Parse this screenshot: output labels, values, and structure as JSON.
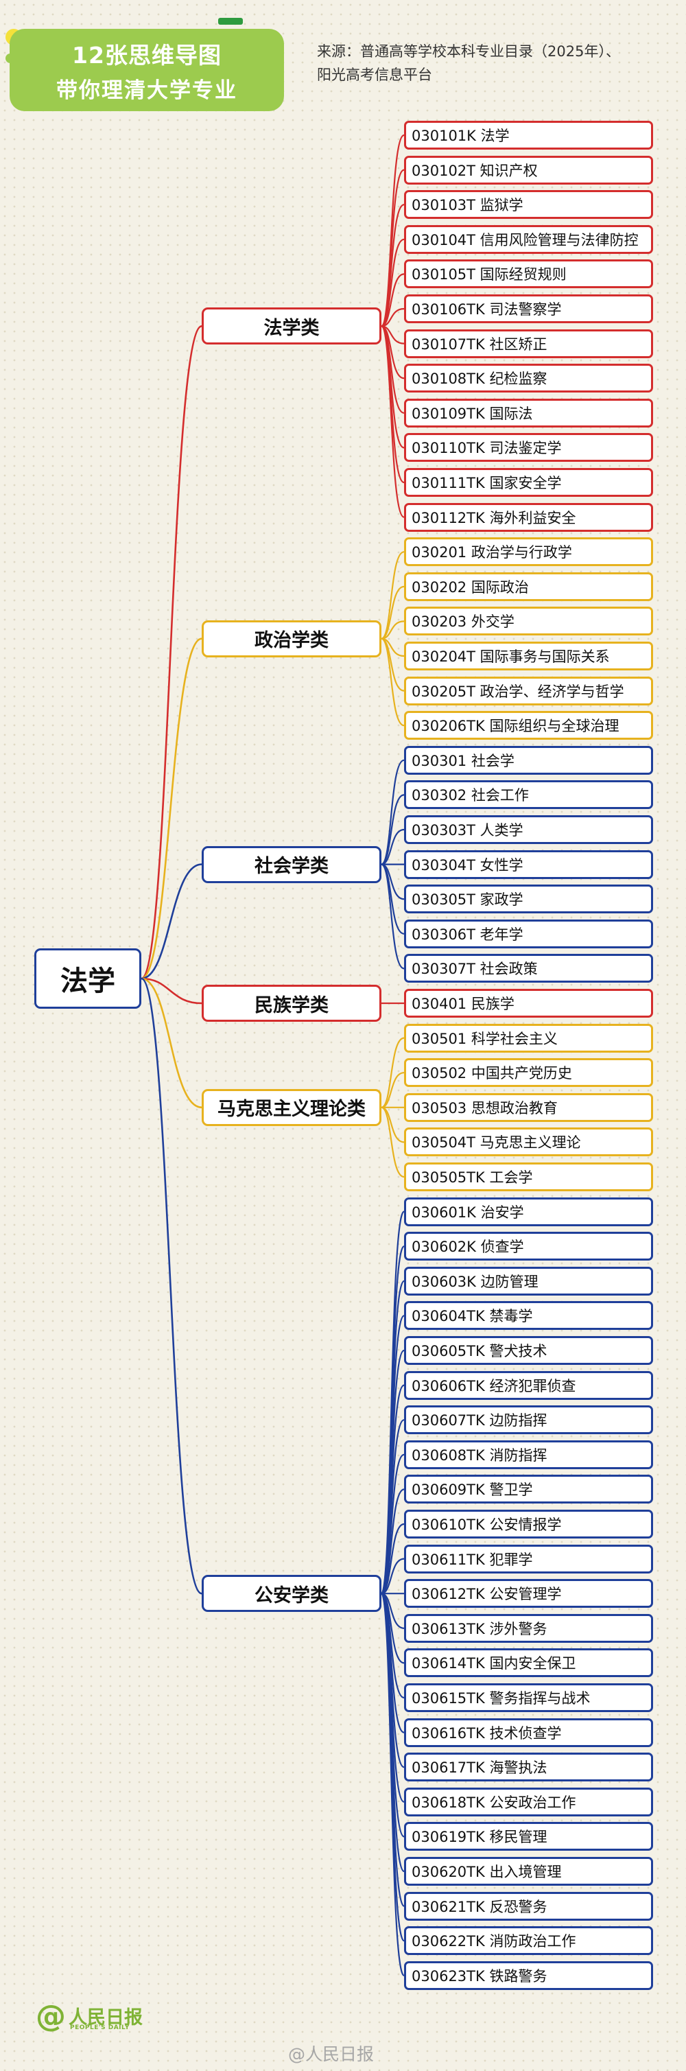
{
  "header": {
    "title_line1": "12张思维导图",
    "title_line2": "带你理清大学专业",
    "source_line1": "来源：普通高等学校本科专业目录（2025年）、",
    "source_line2": "阳光高考信息平台"
  },
  "tree": {
    "root": "法学",
    "categories": [
      {
        "label": "法学类",
        "color": "#d42d2d",
        "majors": [
          "030101K 法学",
          "030102T 知识产权",
          "030103T 监狱学",
          "030104T 信用风险管理与法律防控",
          "030105T 国际经贸规则",
          "030106TK 司法警察学",
          "030107TK 社区矫正",
          "030108TK 纪检监察",
          "030109TK 国际法",
          "030110TK 司法鉴定学",
          "030111TK 国家安全学",
          "030112TK 海外利益安全"
        ]
      },
      {
        "label": "政治学类",
        "color": "#e7b21e",
        "majors": [
          "030201 政治学与行政学",
          "030202 国际政治",
          "030203 外交学",
          "030204T 国际事务与国际关系",
          "030205T 政治学、经济学与哲学",
          "030206TK 国际组织与全球治理"
        ]
      },
      {
        "label": "社会学类",
        "color": "#1f3f9a",
        "majors": [
          "030301 社会学",
          "030302 社会工作",
          "030303T 人类学",
          "030304T 女性学",
          "030305T 家政学",
          "030306T 老年学",
          "030307T 社会政策"
        ]
      },
      {
        "label": "民族学类",
        "color": "#d42d2d",
        "majors": [
          "030401 民族学"
        ]
      },
      {
        "label": "马克思主义理论类",
        "color": "#e7b21e",
        "majors": [
          "030501 科学社会主义",
          "030502 中国共产党历史",
          "030503 思想政治教育",
          "030504T 马克思主义理论",
          "030505TK 工会学"
        ]
      },
      {
        "label": "公安学类",
        "color": "#1f3f9a",
        "majors": [
          "030601K 治安学",
          "030602K 侦查学",
          "030603K 边防管理",
          "030604TK 禁毒学",
          "030605TK 警犬技术",
          "030606TK 经济犯罪侦查",
          "030607TK 边防指挥",
          "030608TK 消防指挥",
          "030609TK 警卫学",
          "030610TK 公安情报学",
          "030611TK 犯罪学",
          "030612TK 公安管理学",
          "030613TK 涉外警务",
          "030614TK 国内安全保卫",
          "030615TK 警务指挥与战术",
          "030616TK 技术侦查学",
          "030617TK 海警执法",
          "030618TK 公安政治工作",
          "030619TK 移民管理",
          "030620TK 出入境管理",
          "030621TK 反恐警务",
          "030622TK 消防政治工作",
          "030623TK 铁路警务"
        ]
      }
    ]
  },
  "footer": {
    "logo_text": "人民日报",
    "logo_sub": "PEOPLE'S DAILY",
    "watermark": "@人民日报"
  },
  "colors": {
    "red": "#d42d2d",
    "yellow": "#e7b21e",
    "blue": "#1f3f9a",
    "green": "#9ccb4e"
  }
}
